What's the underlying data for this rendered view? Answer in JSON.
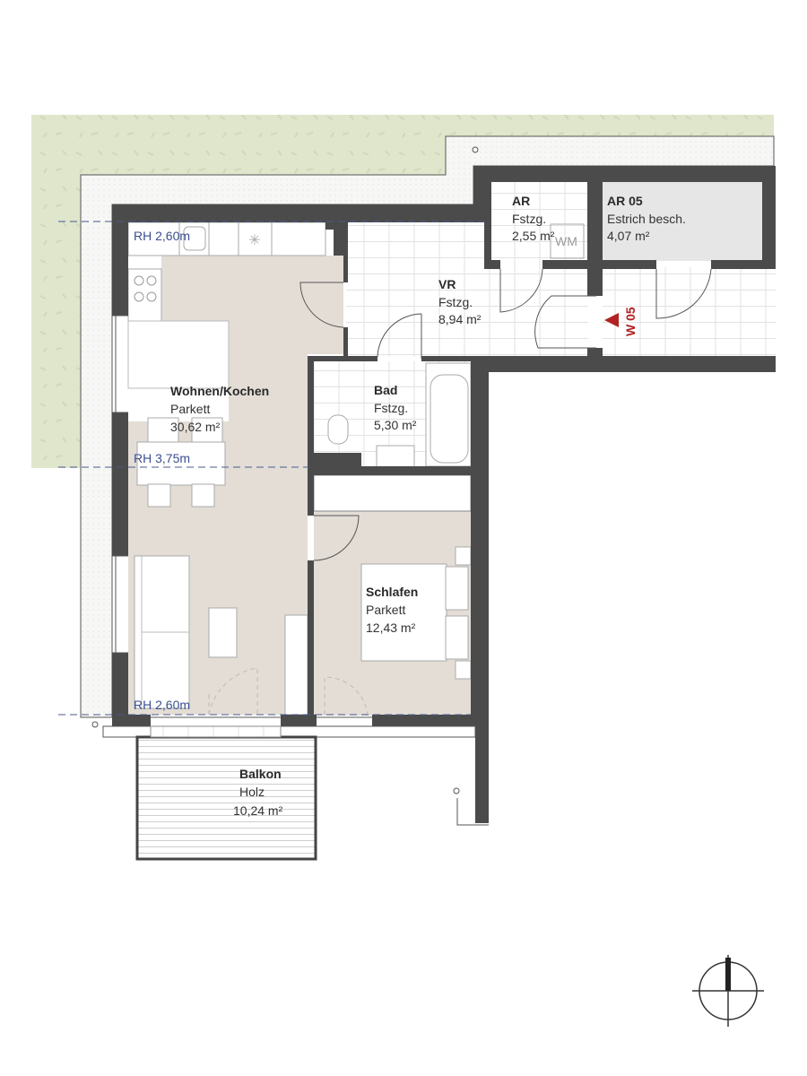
{
  "rooms": {
    "wohnen": {
      "name": "Wohnen/Kochen",
      "floor": "Parkett",
      "area": "30,62 m²"
    },
    "vr": {
      "name": "VR",
      "floor": "Fstzg.",
      "area": "8,94 m²"
    },
    "ar": {
      "name": "AR",
      "floor": "Fstzg.",
      "area": "2,55 m²",
      "appliance": "WM"
    },
    "ar05": {
      "name": "AR 05",
      "floor": "Estrich besch.",
      "area": "4,07 m²"
    },
    "bad": {
      "name": "Bad",
      "floor": "Fstzg.",
      "area": "5,30 m²"
    },
    "schlafen": {
      "name": "Schlafen",
      "floor": "Parkett",
      "area": "12,43 m²"
    },
    "balkon": {
      "name": "Balkon",
      "floor": "Holz",
      "area": "10,24 m²"
    }
  },
  "room_heights": {
    "top": "RH 2,60m",
    "middle": "RH 3,75m",
    "bottom": "RH 2,60m"
  },
  "entrance_marker": "W 05",
  "colors": {
    "wall": "#4b4b4b",
    "parquet": "#e3ddd6",
    "grass": "#dfe6cc",
    "rh_line": "#4a5a8c",
    "entrance": "#b22222",
    "storage": "#e6e6e6"
  }
}
